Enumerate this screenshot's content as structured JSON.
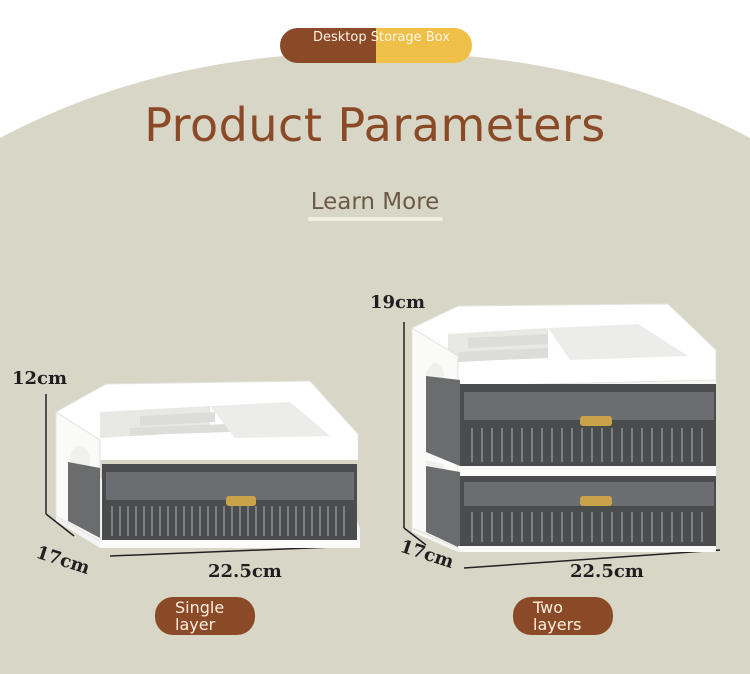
{
  "header": {
    "pill_label": "Desktop Storage Box",
    "title": "Product Parameters",
    "learn_more": "Learn More"
  },
  "products": [
    {
      "name": "Single layer",
      "height": "12cm",
      "depth": "17cm",
      "width": "22.5cm"
    },
    {
      "name": "Two layers",
      "height": "19cm",
      "depth": "17cm",
      "width": "22.5cm"
    }
  ],
  "colors": {
    "background": "#d8d6c6",
    "accent_brown": "#8a4a27",
    "accent_yellow": "#eec048",
    "drawer_smoke": "#4a4c4e",
    "handle_gold": "#c9a24a"
  }
}
